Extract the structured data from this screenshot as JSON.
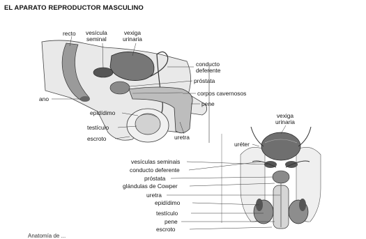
{
  "title": "EL APARATO REPRODUCTOR MASCULINO",
  "side_view": {
    "labels": {
      "recto": "recto",
      "vesicula_seminal": "vesícula\nseminal",
      "vexiga_urinaria": "vexiga\nurinaria",
      "conducto_deferente": "conducto\ndeferente",
      "prostata": "próstata",
      "corpos_cavernosos": "corpos cavernosos",
      "pene": "pene",
      "ano": "ano",
      "epididimo": "epidídimo",
      "testiculo": "testículo",
      "escroto": "escroto",
      "uretra": "uretra"
    }
  },
  "front_view": {
    "labels": {
      "vexiga_urinaria": "vexiga\nurinaria",
      "ureter": "uréter",
      "vesiculas_seminais": "vesículas seminais",
      "conducto_deferente": "conducto deferente",
      "prostata": "próstata",
      "glandulas_cowper": "glándulas de Cowper",
      "uretra": "uretra",
      "epididimo": "epidídimo",
      "testiculo": "testículo",
      "pene": "pene",
      "escroto": "escroto"
    }
  },
  "footnote": "Anatomía de ..."
}
